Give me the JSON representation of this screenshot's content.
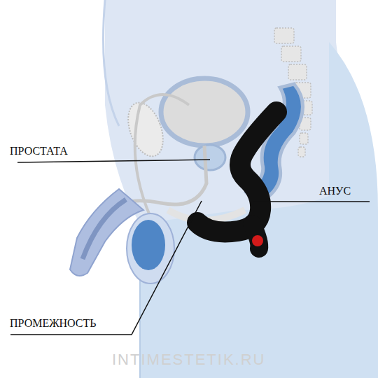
{
  "diagram": {
    "labels": [
      "ПРОСТАТА",
      "АНУС",
      "ПРОМЕЖНОСТЬ",
      "INTIMESTETIK.RU"
    ]
  }
}
